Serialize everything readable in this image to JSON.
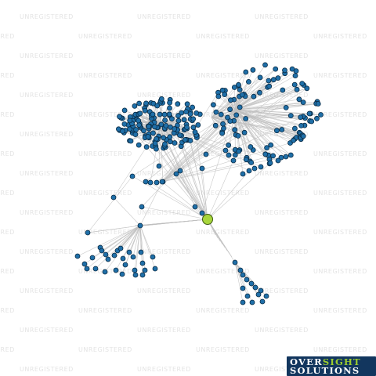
{
  "watermark": {
    "text": "UNREGISTERED"
  },
  "graph": {
    "node_color": "#1f6fa8",
    "node_stroke": "#0a2b44",
    "focus_node_color": "#a8d63c",
    "edge_color": "#bfbfbf"
  },
  "logo": {
    "line1_part1": "OVER",
    "line1_part2": "SIGHT",
    "line2": "SOLUTIONS",
    "background": "#12365e",
    "accent": "#9ccc2e"
  }
}
